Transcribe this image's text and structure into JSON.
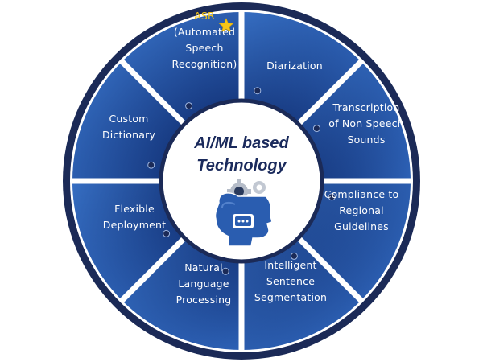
{
  "center": {
    "title_line1": "AI/ML based",
    "title_line2": "Technology",
    "icon": "ai-head-with-gears-icon"
  },
  "segments": [
    {
      "id": "asr",
      "lines": [
        "ASR",
        "(Automated",
        "Speech",
        "Recognition)"
      ],
      "highlight_first_line": true,
      "badge_icon": "star-icon"
    },
    {
      "id": "diarization",
      "lines": [
        "Diarization"
      ]
    },
    {
      "id": "transcription",
      "lines": [
        "Transcription",
        "of Non Speech",
        "Sounds"
      ]
    },
    {
      "id": "compliance",
      "lines": [
        "Compliance to",
        "Regional",
        "Guidelines"
      ]
    },
    {
      "id": "segmentation",
      "lines": [
        "Intelligent",
        "Sentence",
        "Segmentation"
      ]
    },
    {
      "id": "nlp",
      "lines": [
        "Natural",
        "Language",
        "Processing"
      ]
    },
    {
      "id": "deployment",
      "lines": [
        "Flexible",
        "Deployment"
      ]
    },
    {
      "id": "dictionary",
      "lines": [
        "Custom",
        "Dictionary"
      ]
    }
  ],
  "colors": {
    "outer_ring": "#1b2a57",
    "segment_light": "#2e63b8",
    "segment_dark": "#173a82",
    "divider": "#ffffff",
    "center_fill": "#ffffff",
    "center_text": "#1a2a5c",
    "highlight_text": "#f5c518",
    "star": "#f5c518",
    "head_icon": "#2a5db0",
    "gear": "#9aa3b3"
  }
}
